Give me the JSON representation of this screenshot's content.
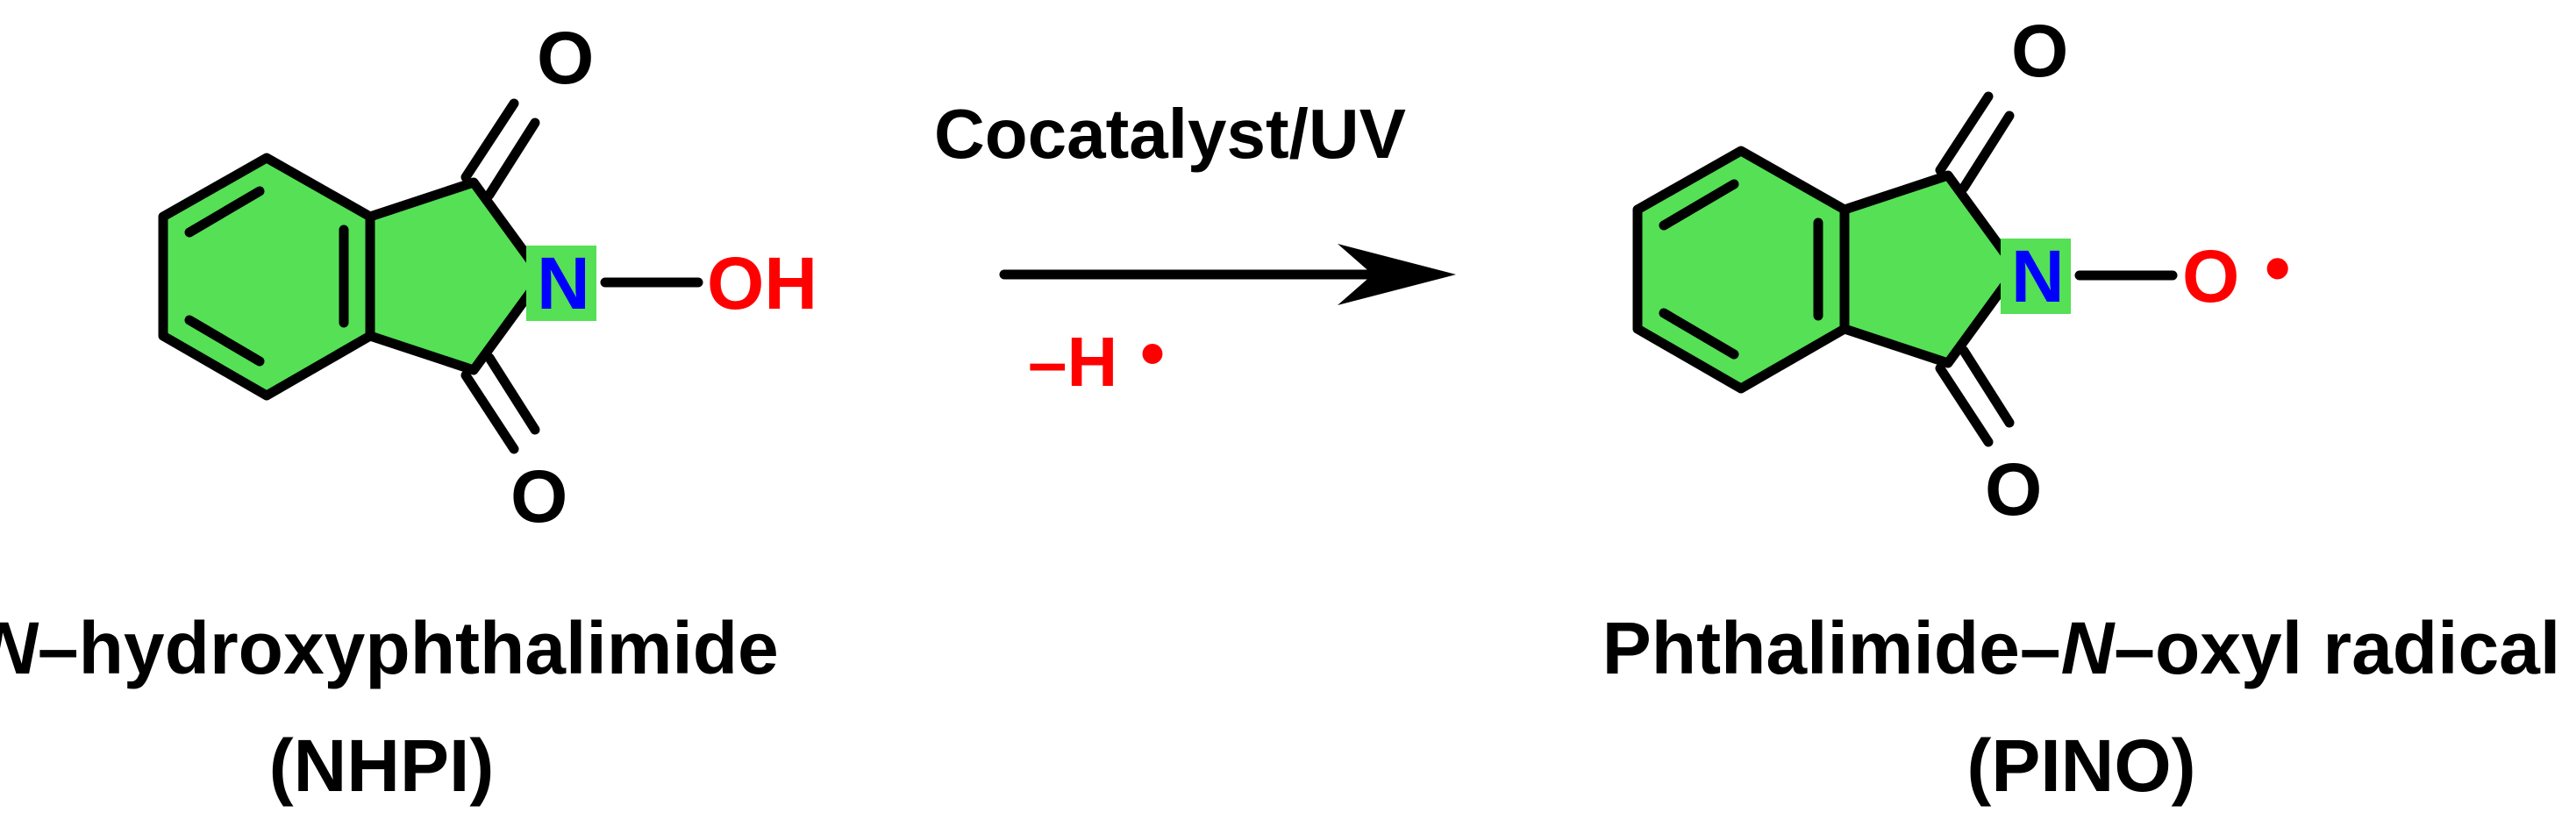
{
  "colors": {
    "ring_fill": "#55e055",
    "nitrogen": "#0000ff",
    "oxygen_red": "#ff0000",
    "bond": "#000000"
  },
  "reaction": {
    "condition_above": "Cocatalyst/UV",
    "condition_below": "–H",
    "radical_dot": "•"
  },
  "reactant": {
    "atoms": {
      "o_top": "O",
      "o_bottom": "O",
      "n": "N",
      "oh": "OH"
    },
    "name_italic": "N",
    "name_rest": "–hydroxyphthalimide",
    "abbrev": "(NHPI)"
  },
  "product": {
    "atoms": {
      "o_top": "O",
      "o_bottom": "O",
      "n": "N",
      "o": "O",
      "dot": "•"
    },
    "name_pre": "Phthalimide–",
    "name_italic": "N",
    "name_post": "–oxyl radical",
    "abbrev": "(PINO)"
  }
}
